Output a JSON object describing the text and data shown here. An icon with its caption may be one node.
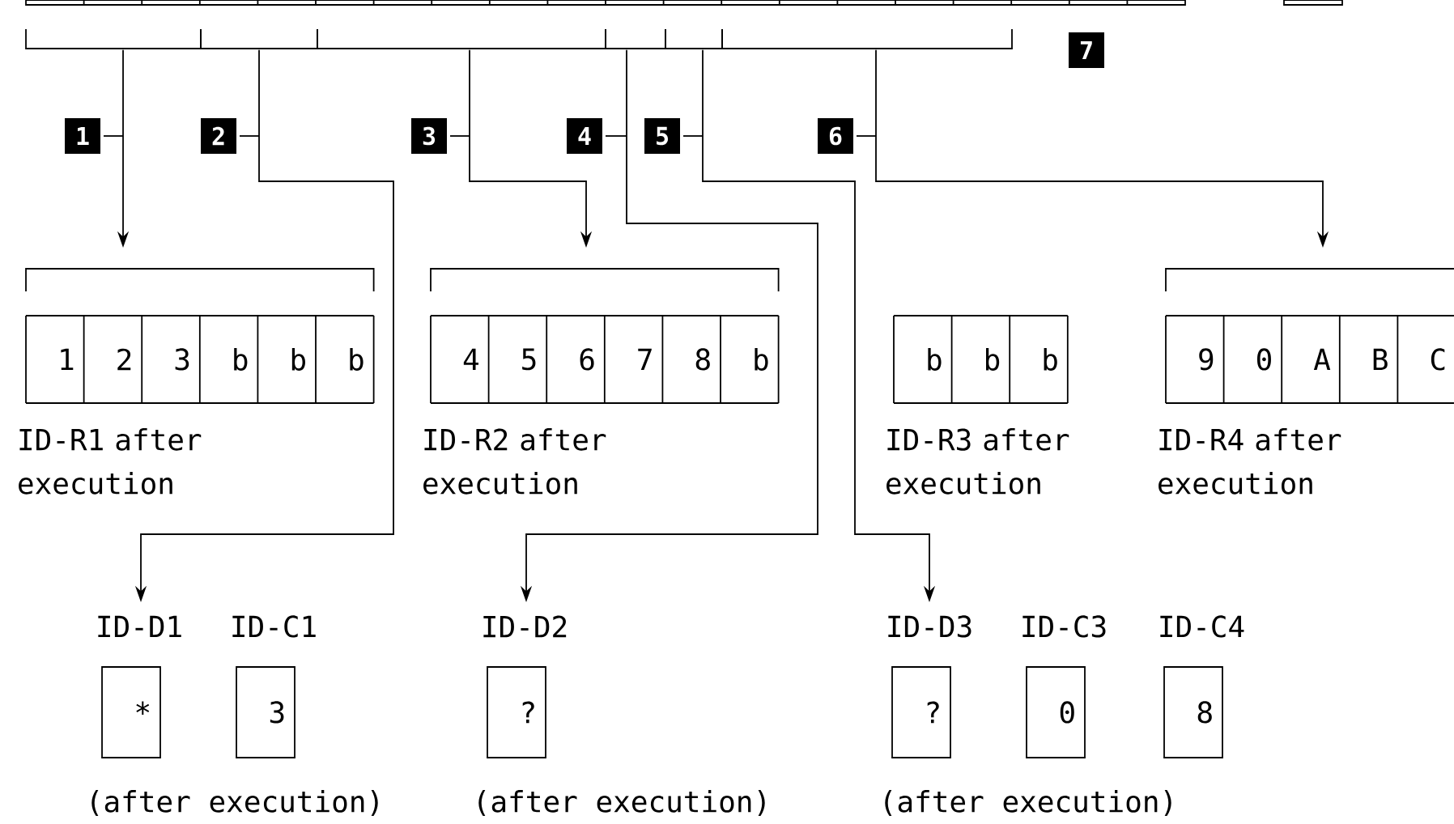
{
  "diagram": {
    "nodes": [
      {
        "text": [],
        "shape": "bracket"
      },
      {
        "text": [],
        "shape": "bracket"
      },
      {
        "text": [],
        "shape": "bracket"
      },
      {
        "text": [],
        "shape": "bracket"
      },
      {
        "text": [],
        "shape": "bracket"
      },
      {
        "text": [],
        "shape": "bracket"
      },
      {
        "text": [
          "1",
          "2",
          "3",
          "b",
          "b",
          "b"
        ],
        "beside": [
          "ID-R1 after execution"
        ]
      },
      {
        "text": [
          "4",
          "5",
          "6",
          "7",
          "8",
          "b"
        ],
        "beside": [
          "ID-R2 after execution"
        ]
      },
      {
        "text": [
          "b",
          "b",
          "b"
        ],
        "beside": [
          "ID-R3 after execution"
        ]
      },
      {
        "text": [
          "9",
          "0",
          "A",
          "B",
          "C"
        ],
        "beside": [
          "ID-R4 after execution"
        ]
      },
      {
        "text": [
          "*"
        ],
        "beside": [
          "ID-D1"
        ]
      },
      {
        "text": [
          "3"
        ],
        "beside": [
          "ID-C1"
        ]
      },
      {
        "text": [
          "?"
        ],
        "beside": [
          "ID-D2"
        ]
      },
      {
        "text": [
          "?"
        ],
        "beside": [
          "ID-D3"
        ]
      },
      {
        "text": [
          "0"
        ],
        "beside": [
          "ID-C3"
        ]
      },
      {
        "text": [
          "8"
        ],
        "beside": [
          "ID-C4"
        ]
      }
    ],
    "edges": [
      {
        "from": 0,
        "to": 6,
        "arrow": "to"
      },
      {
        "from": 1,
        "to": 10,
        "arrow": "to"
      },
      {
        "from": 2,
        "to": 7,
        "arrow": "to"
      },
      {
        "from": 3,
        "to": 12,
        "arrow": "to"
      },
      {
        "from": 4,
        "to": 13,
        "arrow": "to"
      },
      {
        "from": 5,
        "to": 9,
        "arrow": "to"
      }
    ],
    "labels": [
      "1",
      "2",
      "3",
      "4",
      "5",
      "6",
      "7",
      "(after execution)",
      "(after execution)",
      "(after execution)"
    ]
  }
}
